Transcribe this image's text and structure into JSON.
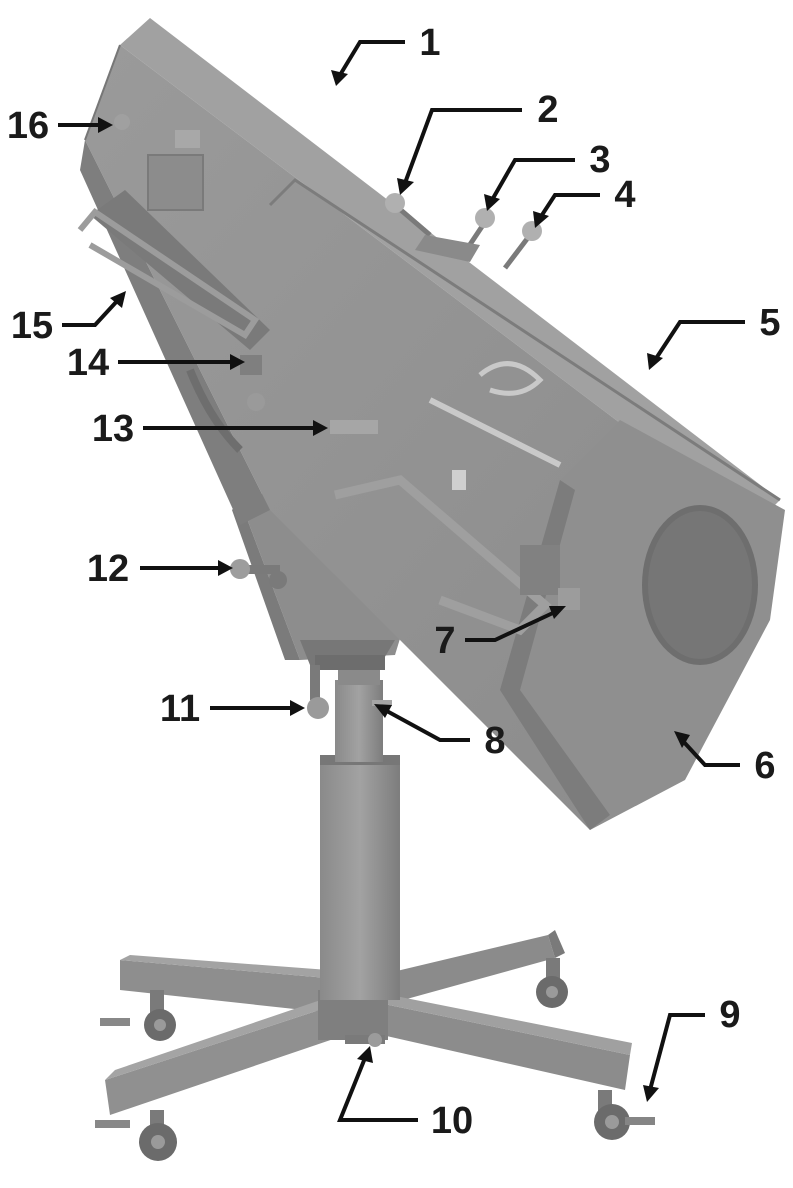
{
  "figure": {
    "subject": "followspot-on-stand",
    "callouts": [
      {
        "id": "c1",
        "label": "1"
      },
      {
        "id": "c2",
        "label": "2"
      },
      {
        "id": "c3",
        "label": "3"
      },
      {
        "id": "c4",
        "label": "4"
      },
      {
        "id": "c5",
        "label": "5"
      },
      {
        "id": "c6",
        "label": "6"
      },
      {
        "id": "c7",
        "label": "7"
      },
      {
        "id": "c8",
        "label": "8"
      },
      {
        "id": "c9",
        "label": "9"
      },
      {
        "id": "c10",
        "label": "10"
      },
      {
        "id": "c11",
        "label": "11"
      },
      {
        "id": "c12",
        "label": "12"
      },
      {
        "id": "c13",
        "label": "13"
      },
      {
        "id": "c14",
        "label": "14"
      },
      {
        "id": "c15",
        "label": "15"
      },
      {
        "id": "c16",
        "label": "16"
      }
    ],
    "colors": {
      "body_light": "#9c9c9c",
      "body_mid": "#8a8a8a",
      "body_dark": "#6f6f6f",
      "shadow": "#555555",
      "ink": "#111111"
    }
  }
}
